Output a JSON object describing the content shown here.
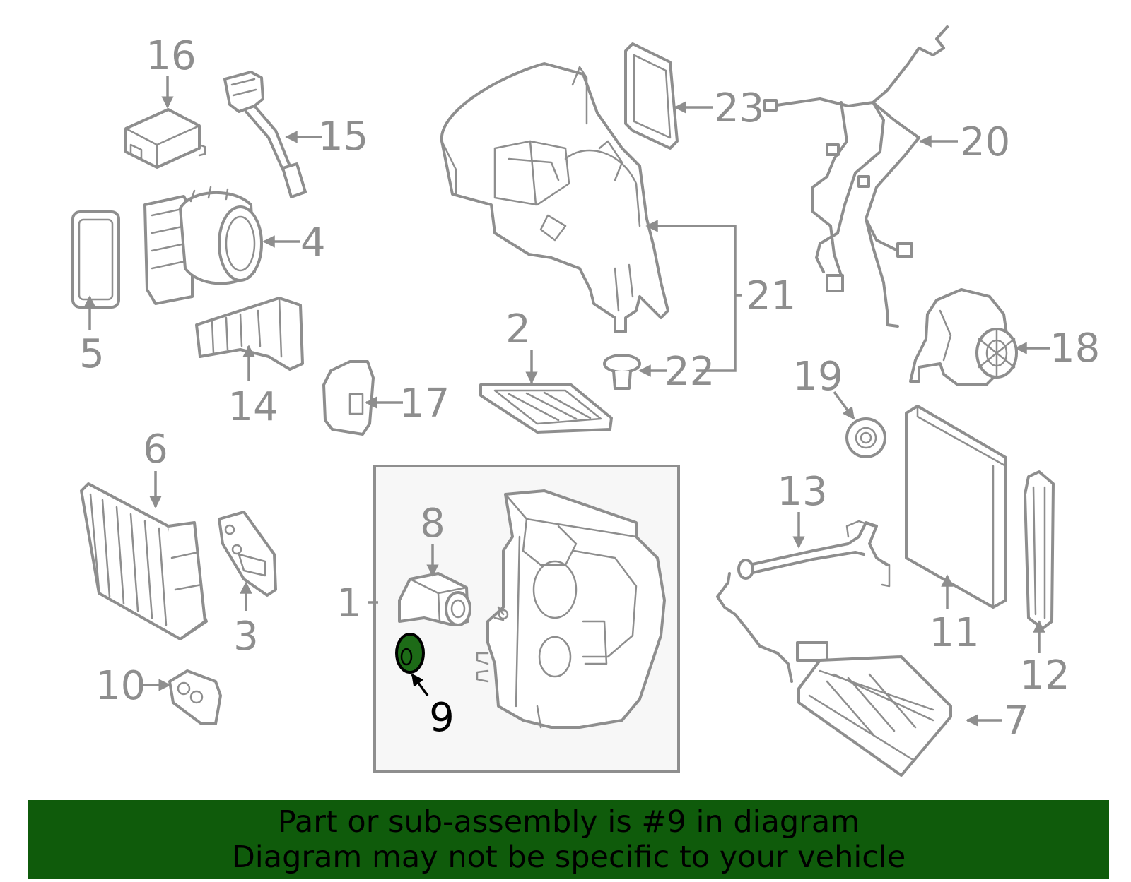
{
  "colors": {
    "line": "#8e8e8e",
    "highlight": "#1d6b17",
    "banner_bg": "#0f5b0b",
    "banner_text": "#000000",
    "box_bg": "#f7f7f7"
  },
  "callouts": [
    {
      "id": "1",
      "label": "1"
    },
    {
      "id": "2",
      "label": "2"
    },
    {
      "id": "3",
      "label": "3"
    },
    {
      "id": "4",
      "label": "4"
    },
    {
      "id": "5",
      "label": "5"
    },
    {
      "id": "6",
      "label": "6"
    },
    {
      "id": "7",
      "label": "7"
    },
    {
      "id": "8",
      "label": "8"
    },
    {
      "id": "9",
      "label": "9",
      "highlighted": true
    },
    {
      "id": "10",
      "label": "10"
    },
    {
      "id": "11",
      "label": "11"
    },
    {
      "id": "12",
      "label": "12"
    },
    {
      "id": "13",
      "label": "13"
    },
    {
      "id": "14",
      "label": "14"
    },
    {
      "id": "15",
      "label": "15"
    },
    {
      "id": "16",
      "label": "16"
    },
    {
      "id": "17",
      "label": "17"
    },
    {
      "id": "18",
      "label": "18"
    },
    {
      "id": "19",
      "label": "19"
    },
    {
      "id": "20",
      "label": "20"
    },
    {
      "id": "21",
      "label": "21"
    },
    {
      "id": "22",
      "label": "22"
    },
    {
      "id": "23",
      "label": "23"
    }
  ],
  "banner": {
    "line1": "Part or sub-assembly is #9 in diagram",
    "line2": "Diagram may not be specific to your vehicle"
  }
}
